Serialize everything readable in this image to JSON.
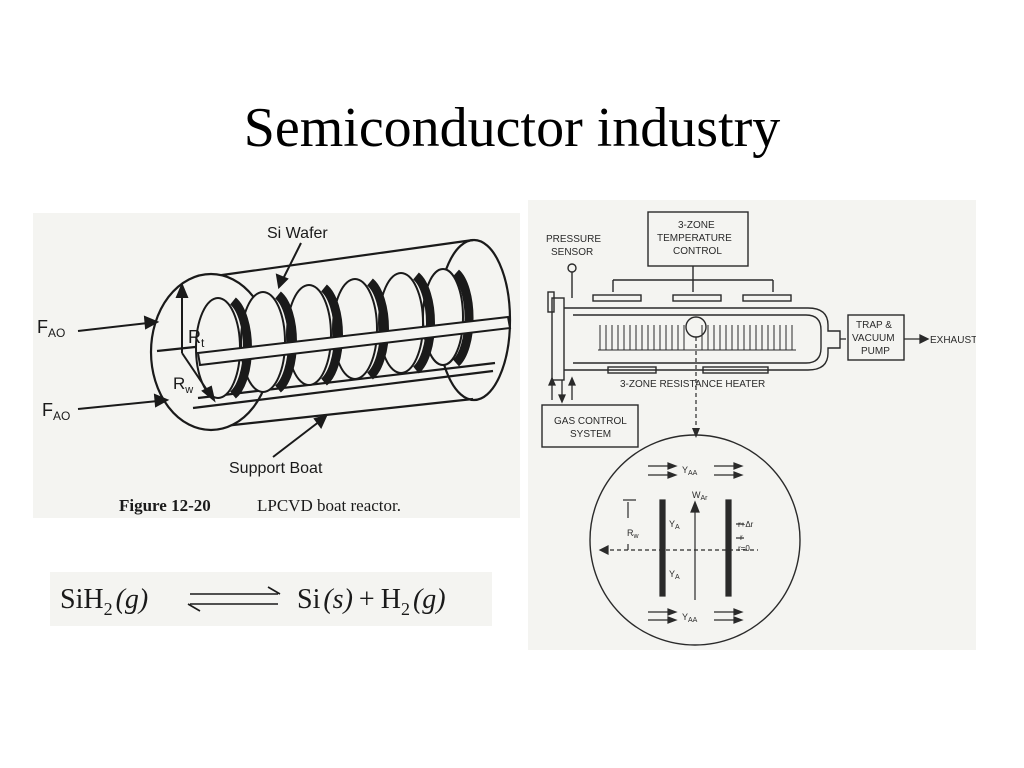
{
  "slide": {
    "title": "Semiconductor industry"
  },
  "boat_reactor": {
    "label_wafer": "Si Wafer",
    "label_fao_top_main": "F",
    "label_fao_top_sub": "AO",
    "label_fao_bottom_main": "F",
    "label_fao_bottom_sub": "AO",
    "label_rt_main": "R",
    "label_rt_sub": "t",
    "label_rw_main": "R",
    "label_rw_sub": "w",
    "label_boat": "Support Boat",
    "caption_number": "Figure 12-20",
    "caption_text": "LPCVD boat reactor."
  },
  "system": {
    "pressure_sensor_1": "PRESSURE",
    "pressure_sensor_2": "SENSOR",
    "temp_control_1": "3-ZONE",
    "temp_control_2": "TEMPERATURE",
    "temp_control_3": "CONTROL",
    "trap_1": "TRAP &",
    "trap_2": "VACUUM",
    "trap_3": "PUMP",
    "exhaust": "EXHAUST",
    "heater": "3-ZONE RESISTANCE HEATER",
    "gas_1": "GAS CONTROL",
    "gas_2": "SYSTEM"
  },
  "detail": {
    "yaa_top": "Y",
    "yaa_top_sub": "AA",
    "war": "W",
    "war_sub": "Ar",
    "ya_top": "Y",
    "ya_top_sub": "A",
    "ya_bottom": "Y",
    "ya_bottom_sub": "A",
    "rw": "R",
    "rw_sub": "w",
    "r_plus": "r+Δr",
    "r_mid": "r",
    "r_zero": "r=0",
    "yaa_bottom": "Y",
    "yaa_bottom_sub": "AA"
  },
  "equation": {
    "lhs": "SiH",
    "lhs_sub": "2",
    "lhs_phase": "(g)",
    "rhs_si": "Si",
    "rhs_si_phase": "(s)",
    "plus": "+",
    "rhs_h": "H",
    "rhs_h_sub": "2",
    "rhs_h_phase": "(g)"
  },
  "colors": {
    "ink": "#1a1a1a",
    "panel_bg": "#f4f4f1"
  }
}
